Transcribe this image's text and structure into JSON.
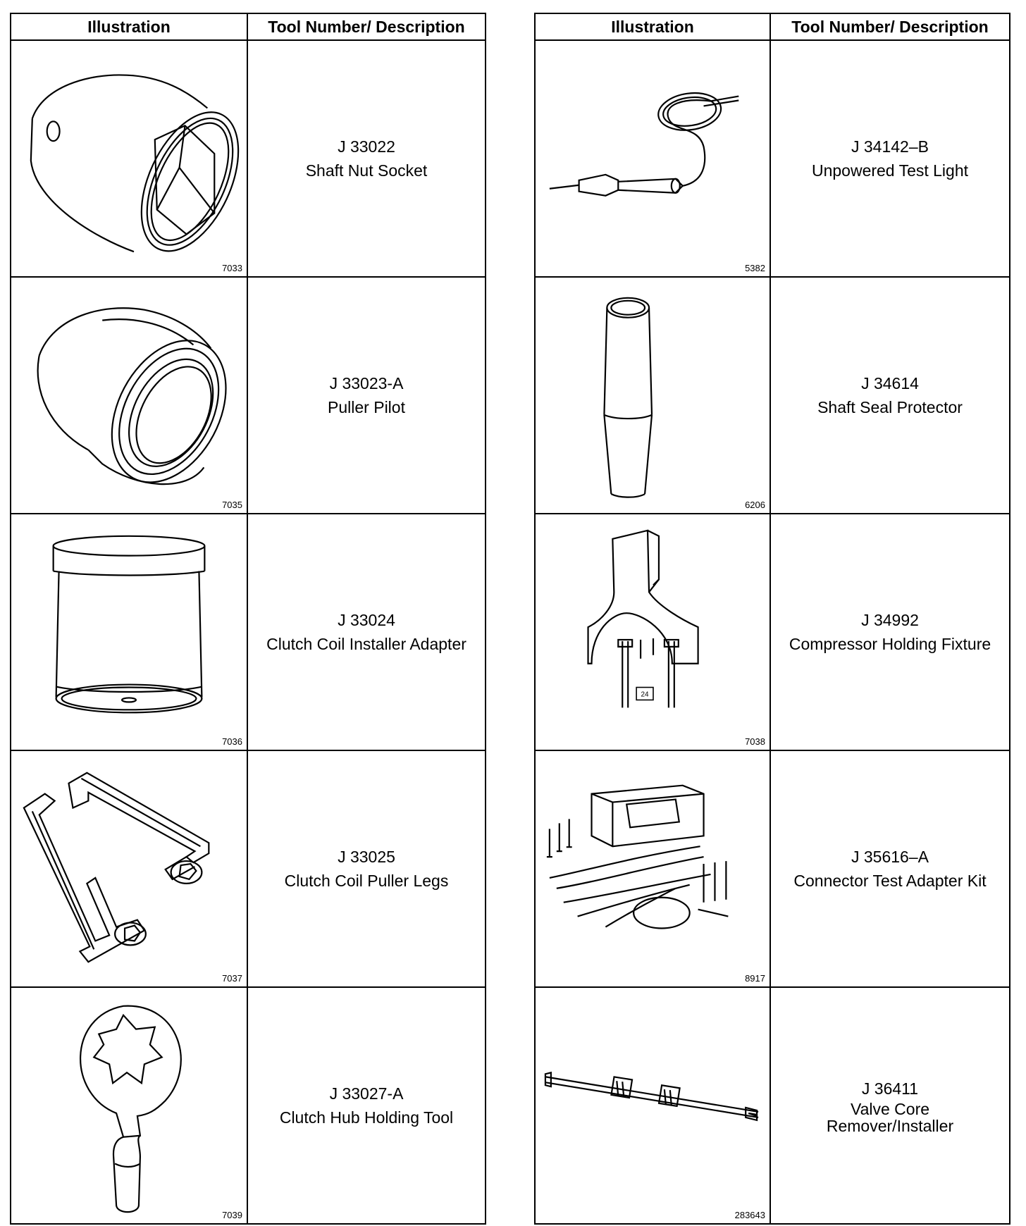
{
  "headers": {
    "illustration": "Illustration",
    "tool": "Tool Number/ Description"
  },
  "left_column": [
    {
      "figure": "7033",
      "tool_number": "J 33022",
      "description": "Shaft Nut Socket",
      "icon": "shaft-nut-socket-illustration"
    },
    {
      "figure": "7035",
      "tool_number": "J 33023-A",
      "description": "Puller Pilot",
      "icon": "puller-pilot-illustration"
    },
    {
      "figure": "7036",
      "tool_number": "J 33024",
      "description": "Clutch Coil Installer Adapter",
      "icon": "installer-adapter-illustration"
    },
    {
      "figure": "7037",
      "tool_number": "J 33025",
      "description": "Clutch Coil Puller Legs",
      "icon": "puller-legs-illustration"
    },
    {
      "figure": "7039",
      "tool_number": "J 33027-A",
      "description": "Clutch Hub Holding Tool",
      "icon": "hub-holding-tool-illustration"
    }
  ],
  "right_column": [
    {
      "figure": "5382",
      "tool_number": "J 34142–B",
      "description": "Unpowered Test Light",
      "icon": "test-light-illustration"
    },
    {
      "figure": "6206",
      "tool_number": "J 34614",
      "description": "Shaft Seal Protector",
      "icon": "seal-protector-illustration"
    },
    {
      "figure": "7038",
      "tool_number": "J 34992",
      "description": "Compressor Holding Fixture",
      "icon": "holding-fixture-illustration",
      "inset_label": "24"
    },
    {
      "figure": "8917",
      "tool_number": "J 35616–A",
      "description": "Connector Test Adapter Kit",
      "icon": "adapter-kit-illustration"
    },
    {
      "figure": "283643",
      "tool_number": "J 36411",
      "description": "Valve Core",
      "description2": "Remover/Installer",
      "icon": "valve-core-tool-illustration"
    }
  ]
}
